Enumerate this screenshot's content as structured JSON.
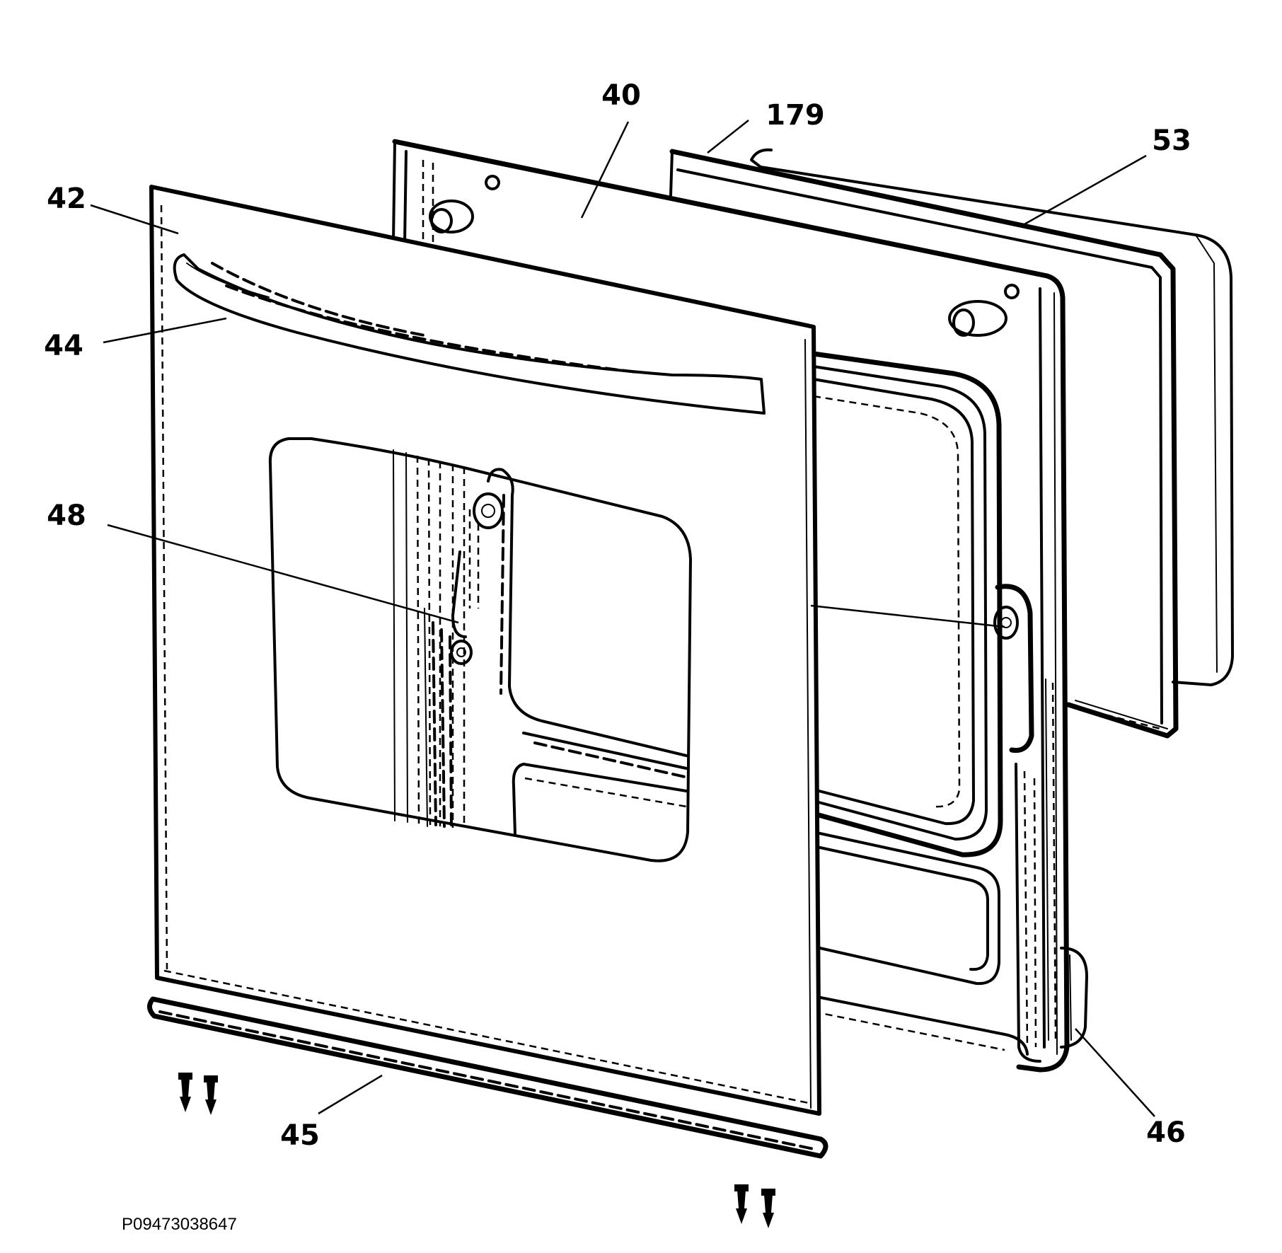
{
  "diagram": {
    "callouts": {
      "c40": "40",
      "c179": "179",
      "c53": "53",
      "c42": "42",
      "c44": "44",
      "c48": "48",
      "c45": "45",
      "c46": "46"
    },
    "drawing_code": "P09473038647"
  }
}
